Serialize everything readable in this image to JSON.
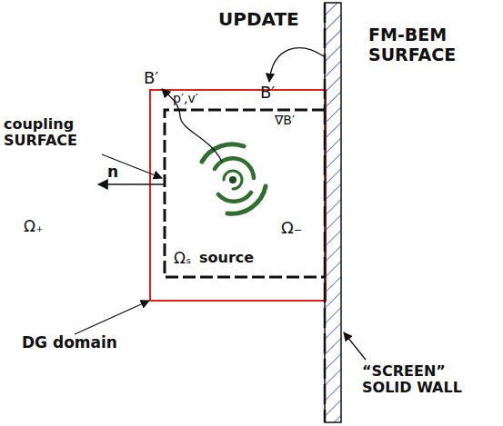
{
  "diagram": {
    "nodes": [
      {
        "text": [
          "Ω₋",
          "Ωₛ",
          "source"
        ]
      }
    ],
    "labels": [
      "UPDATE",
      "FM-BEM SURFACE",
      "B′",
      "B′",
      "∇B′",
      "p′,v′",
      "coupling SURFACE",
      "n",
      "Ω₊",
      "DG domain",
      "“SCREEN” SOLID WALL"
    ]
  }
}
